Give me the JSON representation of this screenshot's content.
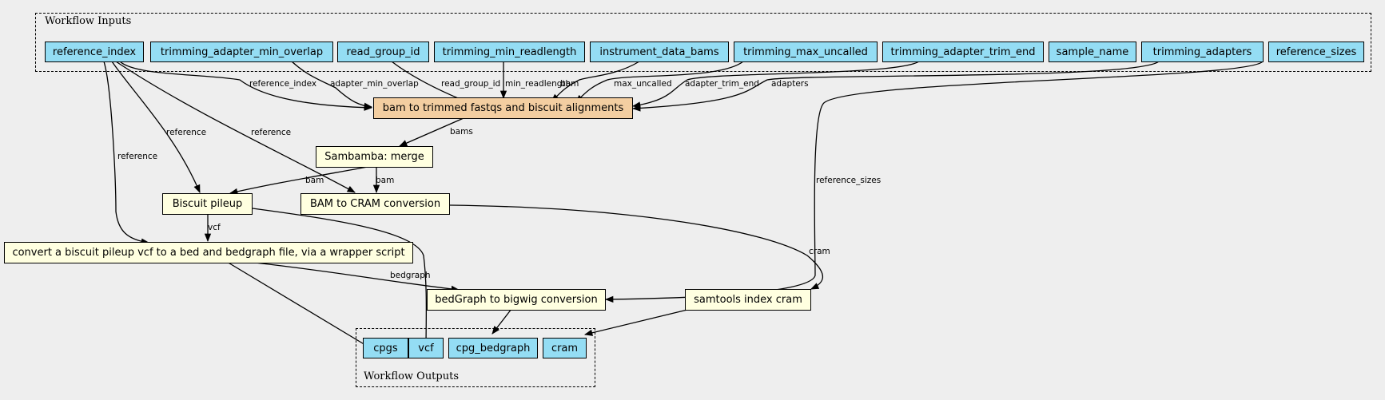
{
  "clusters": {
    "inputs_label": "Workflow Inputs",
    "outputs_label": "Workflow Outputs"
  },
  "colors": {
    "io_node": "#94ddf4",
    "step_node": "#ffffe0",
    "workflow_node": "#f3cea1",
    "background": "#eeeeee"
  },
  "inputs": [
    "reference_index",
    "trimming_adapter_min_overlap",
    "read_group_id",
    "trimming_min_readlength",
    "instrument_data_bams",
    "trimming_max_uncalled",
    "trimming_adapter_trim_end",
    "sample_name",
    "trimming_adapters",
    "reference_sizes"
  ],
  "steps": {
    "bam_to_trimmed": "bam to trimmed fastqs and biscuit alignments",
    "sambamba_merge": "Sambamba: merge",
    "biscuit_pileup": "Biscuit pileup",
    "bam_to_cram": "BAM to CRAM conversion",
    "vcf_to_bed": "convert a biscuit pileup vcf to a bed and bedgraph file, via a wrapper script",
    "bedgraph_to_bigwig": "bedGraph to bigwig conversion",
    "samtools_index": "samtools index cram"
  },
  "outputs": [
    "cpgs",
    "vcf",
    "cpg_bedgraph",
    "cram"
  ],
  "edge_labels": {
    "reference_index": "reference_index",
    "adapter_min_overlap": "adapter_min_overlap",
    "read_group_id": "read_group_id",
    "min_readlength": "min_readlength",
    "bam": "bam",
    "max_uncalled": "max_uncalled",
    "adapter_trim_end": "adapter_trim_end",
    "adapters": "adapters",
    "bams": "bams",
    "reference": "reference",
    "reference_sizes": "reference_sizes",
    "vcf": "vcf",
    "bedgraph": "bedgraph",
    "cram": "cram"
  }
}
